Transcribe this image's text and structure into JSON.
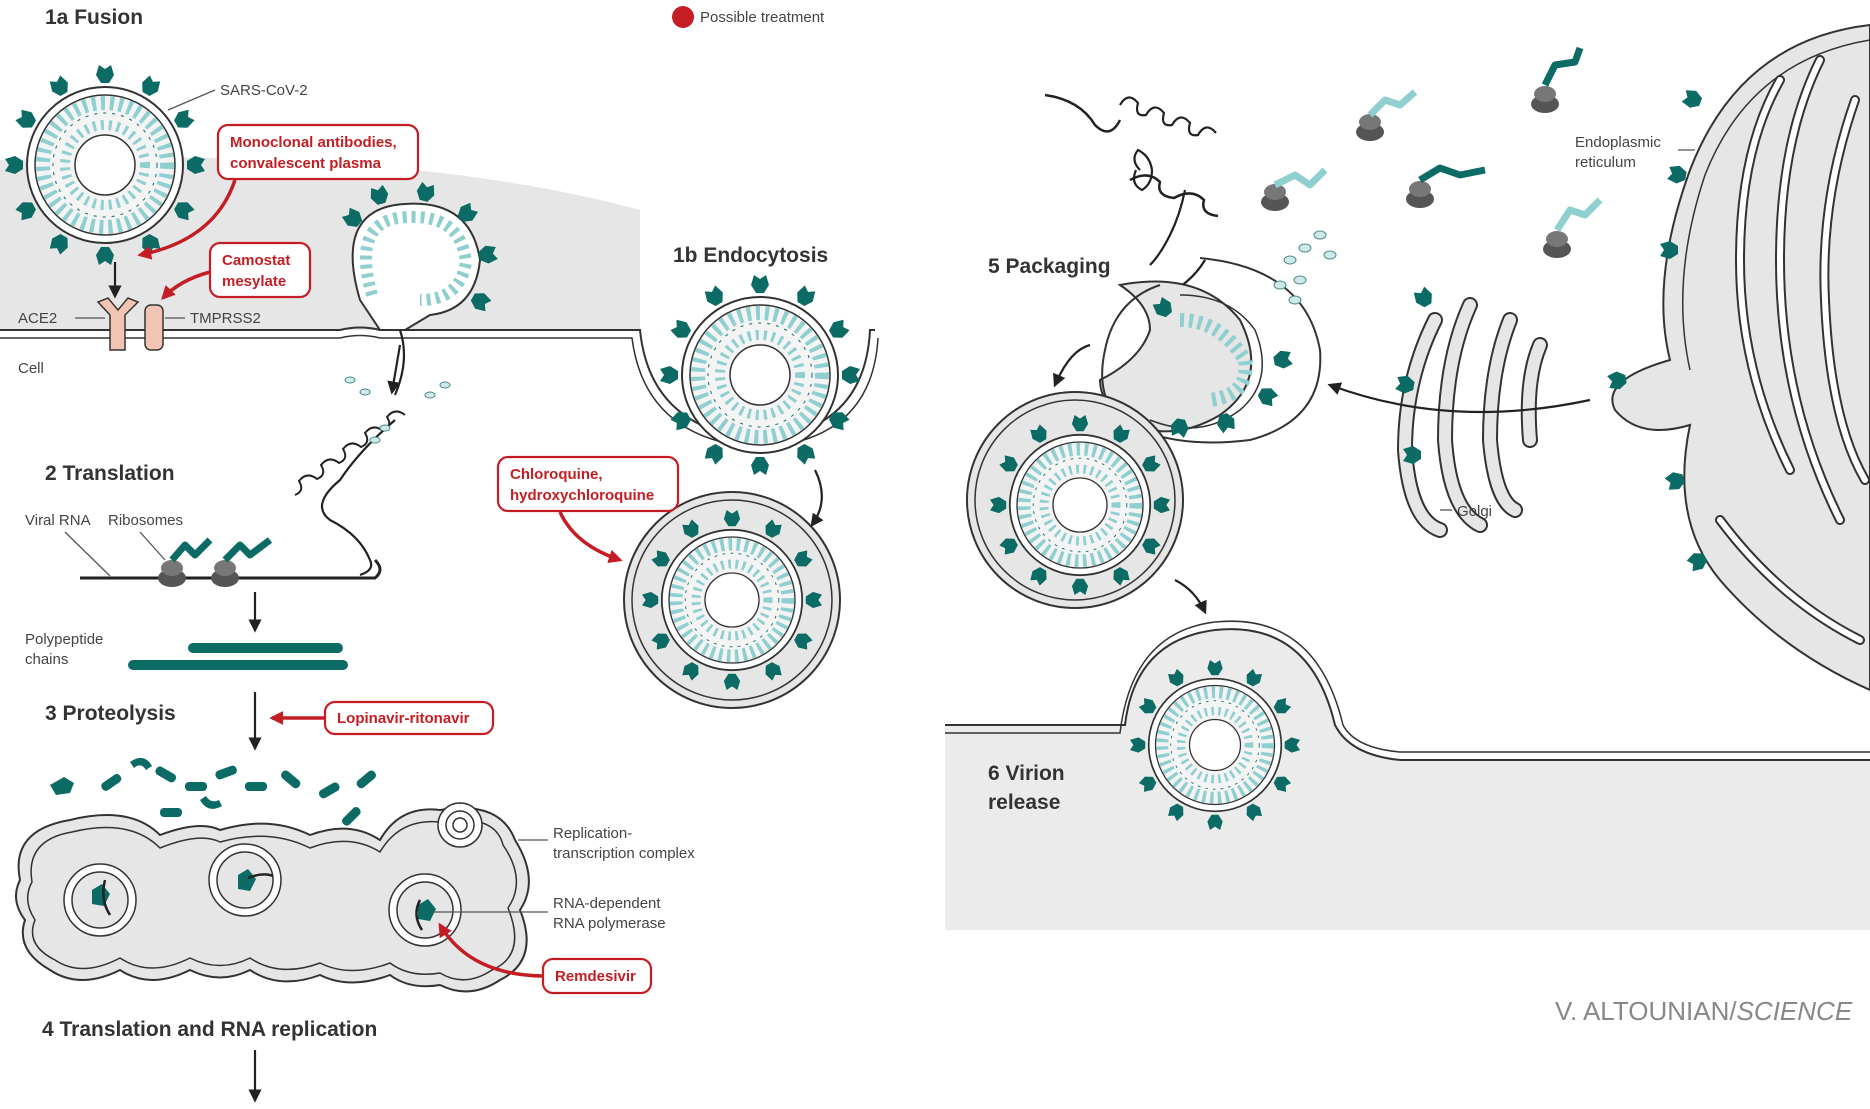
{
  "legend": {
    "label": "Possible treatment",
    "color": "#c41e24"
  },
  "stages": {
    "fusion": "1a Fusion",
    "endocytosis": "1b Endocytosis",
    "translation": "2 Translation",
    "proteolysis": "3 Proteolysis",
    "replication": "4 Translation and RNA replication",
    "packaging": "5 Packaging",
    "release_line1": "6 Virion",
    "release_line2": "release"
  },
  "labels": {
    "virus": "SARS-CoV-2",
    "ace2": "ACE2",
    "tmprss2": "TMPRSS2",
    "cell": "Cell",
    "viral_rna": "Viral RNA",
    "ribosomes": "Ribosomes",
    "polypeptide_line1": "Polypeptide",
    "polypeptide_line2": "chains",
    "rtc_line1": "Replication-",
    "rtc_line2": "transcription complex",
    "rdrp_line1": "RNA-dependent",
    "rdrp_line2": "RNA polymerase",
    "er_line1": "Endoplasmic",
    "er_line2": "reticulum",
    "golgi": "Golgi"
  },
  "treatments": {
    "antibodies_line1": "Monoclonal antibodies,",
    "antibodies_line2": "convalescent plasma",
    "camostat_line1": "Camostat",
    "camostat_line2": "mesylate",
    "chloroquine_line1": "Chloroquine,",
    "chloroquine_line2": "hydroxychloroquine",
    "lopinavir": "Lopinavir-ritonavir",
    "remdesivir": "Remdesivir"
  },
  "credit": {
    "name": "V. ALTOUNIAN/",
    "publication": "SCIENCE"
  },
  "colors": {
    "treatment_red": "#c41e24",
    "spike_teal": "#0d6b66",
    "light_teal": "#8fcfcf",
    "cytoplasm_gray": "#e6e6e6",
    "receptor_pink": "#f2c4b4"
  }
}
